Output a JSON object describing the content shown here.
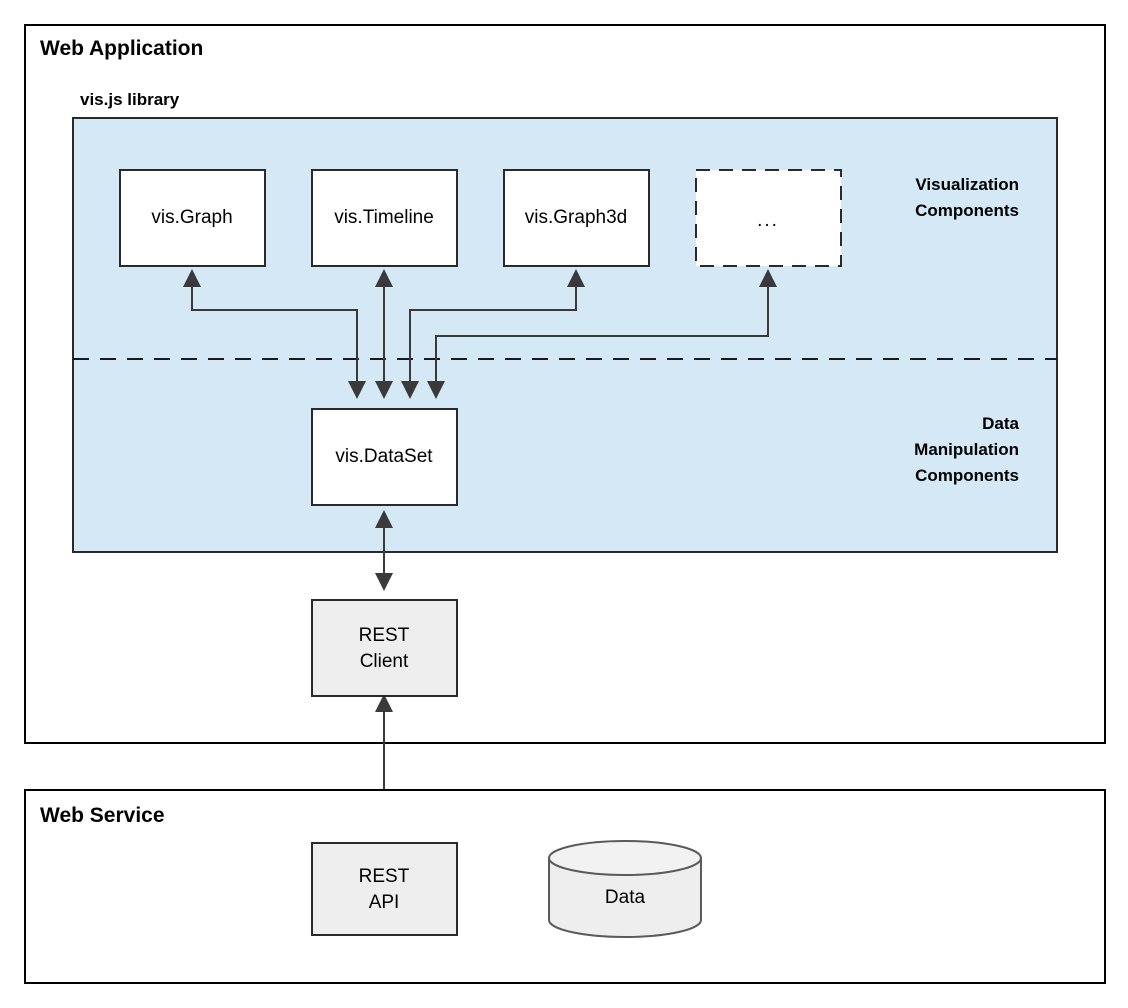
{
  "diagram": {
    "type": "architecture-block-diagram",
    "frames": [
      {
        "id": "web-application",
        "title": "Web Application"
      },
      {
        "id": "web-service",
        "title": "Web Service"
      }
    ],
    "library_panel": {
      "title": "vis.js library",
      "fill_color": "#d4e8f5",
      "zones": [
        {
          "id": "visualization",
          "label_lines": [
            "Visualization",
            "Components"
          ]
        },
        {
          "id": "data-manipulation",
          "label_lines": [
            "Data",
            "Manipulation",
            "Components"
          ]
        }
      ]
    },
    "nodes": [
      {
        "id": "vis-graph",
        "label": "vis.Graph",
        "style": "solid",
        "fill": "#ffffff"
      },
      {
        "id": "vis-timeline",
        "label": "vis.Timeline",
        "style": "solid",
        "fill": "#ffffff"
      },
      {
        "id": "vis-graph3d",
        "label": "vis.Graph3d",
        "style": "solid",
        "fill": "#ffffff"
      },
      {
        "id": "more-components",
        "label": "...",
        "style": "dashed",
        "fill": "#ffffff"
      },
      {
        "id": "vis-dataset",
        "label": "vis.DataSet",
        "style": "solid",
        "fill": "#ffffff"
      },
      {
        "id": "rest-client",
        "label_lines": [
          "REST",
          "Client"
        ],
        "style": "solid",
        "fill": "#eeeeee"
      },
      {
        "id": "rest-api",
        "label_lines": [
          "REST",
          "API"
        ],
        "style": "solid",
        "fill": "#eeeeee"
      },
      {
        "id": "data-store",
        "label": "Data",
        "style": "cylinder",
        "fill": "#eeeeee"
      }
    ],
    "connections": [
      {
        "from": "vis-graph",
        "to": "vis-dataset",
        "arrows": "both"
      },
      {
        "from": "vis-timeline",
        "to": "vis-dataset",
        "arrows": "both"
      },
      {
        "from": "vis-graph3d",
        "to": "vis-dataset",
        "arrows": "both"
      },
      {
        "from": "more-components",
        "to": "vis-dataset",
        "arrows": "both"
      },
      {
        "from": "vis-dataset",
        "to": "rest-client",
        "arrows": "both"
      },
      {
        "from": "rest-client",
        "to": "rest-api",
        "arrows": "both"
      },
      {
        "from": "rest-api",
        "to": "data-store",
        "arrows": "both"
      }
    ]
  }
}
